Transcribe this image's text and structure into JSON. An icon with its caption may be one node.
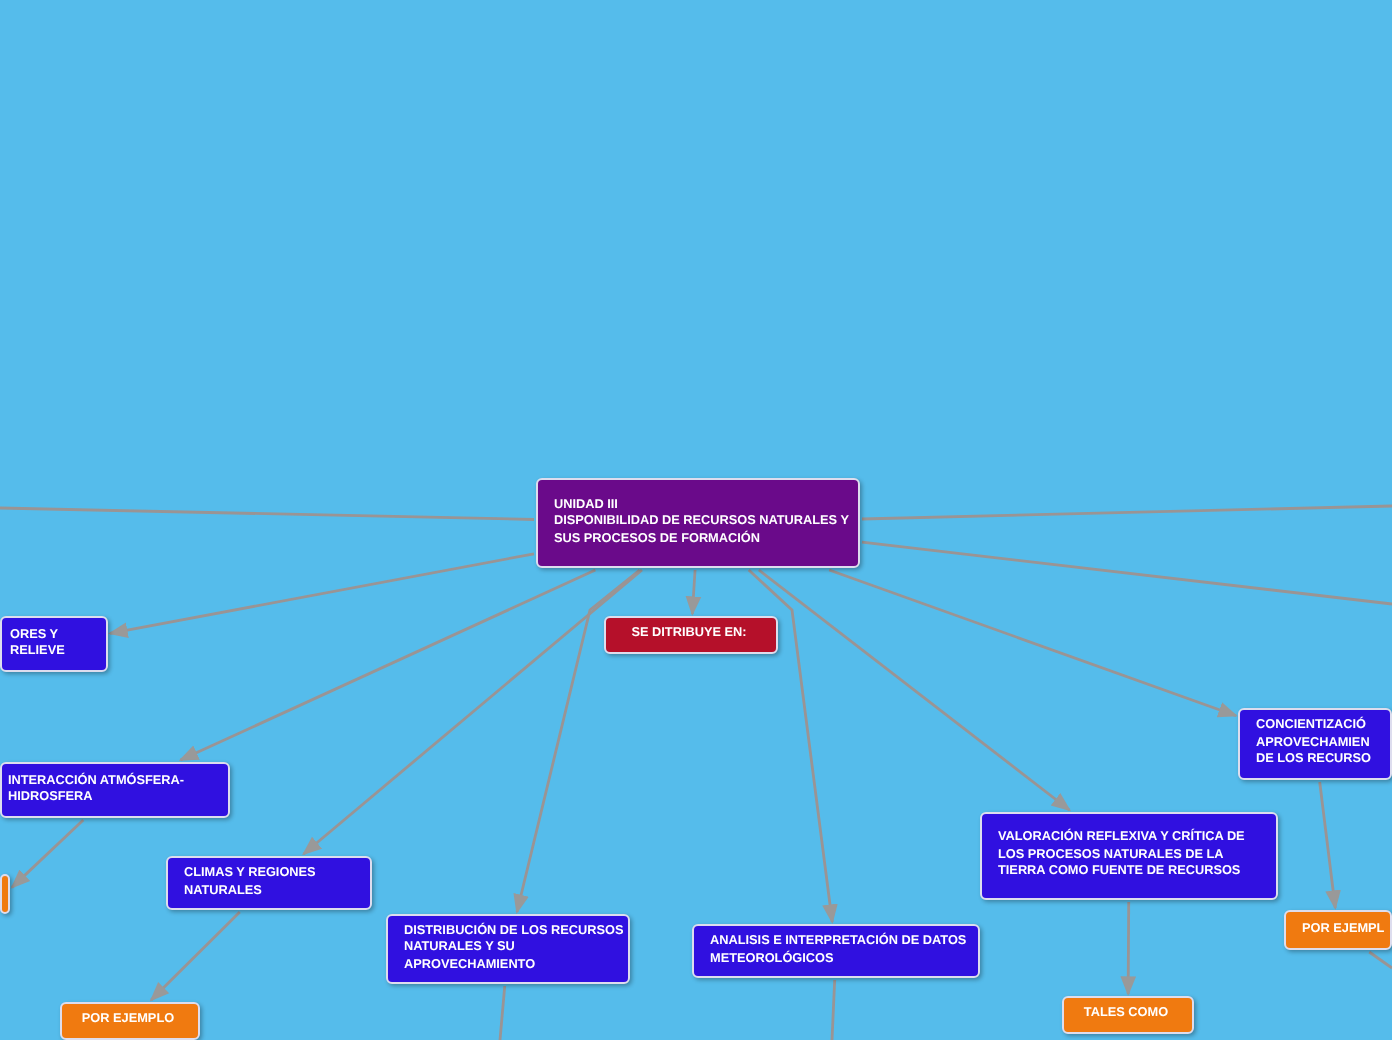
{
  "diagram": {
    "nodes": [
      {
        "text": [
          "UNIDAD III",
          "DISPONIBILIDAD DE RECURSOS NATURALES Y SUS PROCESOS DE FORMACIÓN"
        ]
      },
      {
        "text": [
          "SE DITRIBUYE EN:"
        ]
      },
      {
        "text": [
          "ORES Y RELIEVE"
        ]
      },
      {
        "text": [
          "INTERACCIÓN ATMÓSFERA-HIDROSFERA"
        ]
      },
      {
        "text": [],
        "shape": "box"
      },
      {
        "text": [
          "CLIMAS Y REGIONES NATURALES"
        ]
      },
      {
        "text": [
          "DISTRIBUCIÓN DE LOS RECURSOS NATURALES Y SU APROVECHAMIENTO"
        ]
      },
      {
        "text": [
          "ANALISIS E INTERPRETACIÓN DE DATOS METEOROLÓGICOS"
        ]
      },
      {
        "text": [
          "VALORACIÓN REFLEXIVA Y CRÍTICA DE LOS PROCESOS NATURALES DE LA TIERRA COMO FUENTE DE RECURSOS"
        ]
      },
      {
        "text": [
          "CONCIENTIZACIÓ APROVECHAMIEN DE LOS RECURSO"
        ]
      },
      {
        "text": [
          "POR EJEMPL"
        ]
      },
      {
        "text": [
          "POR EJEMPLO"
        ]
      },
      {
        "text": [
          "TALES COMO"
        ]
      }
    ],
    "edges": [
      {
        "from": 0,
        "to": null,
        "arrow": "none"
      },
      {
        "from": 0,
        "to": 2,
        "arrow": "to"
      },
      {
        "from": 0,
        "to": 3,
        "arrow": "to"
      },
      {
        "from": 0,
        "to": 5,
        "arrow": "to"
      },
      {
        "from": 0,
        "to": 6,
        "arrow": "to"
      },
      {
        "from": 0,
        "to": 1,
        "arrow": "to"
      },
      {
        "from": 0,
        "to": 7,
        "arrow": "to"
      },
      {
        "from": 0,
        "to": 8,
        "arrow": "to"
      },
      {
        "from": 0,
        "to": 9,
        "arrow": "to"
      },
      {
        "from": 0,
        "to": null,
        "arrow": "none"
      },
      {
        "from": 0,
        "to": null,
        "arrow": "none"
      },
      {
        "from": 3,
        "to": 4,
        "arrow": "to"
      },
      {
        "from": 5,
        "to": 11,
        "arrow": "to"
      },
      {
        "from": 8,
        "to": 12,
        "arrow": "to"
      },
      {
        "from": 9,
        "to": 10,
        "arrow": "to"
      },
      {
        "from": 10,
        "to": null,
        "arrow": "none"
      },
      {
        "from": 6,
        "to": null,
        "arrow": "none"
      },
      {
        "from": 7,
        "to": null,
        "arrow": "none"
      }
    ]
  }
}
